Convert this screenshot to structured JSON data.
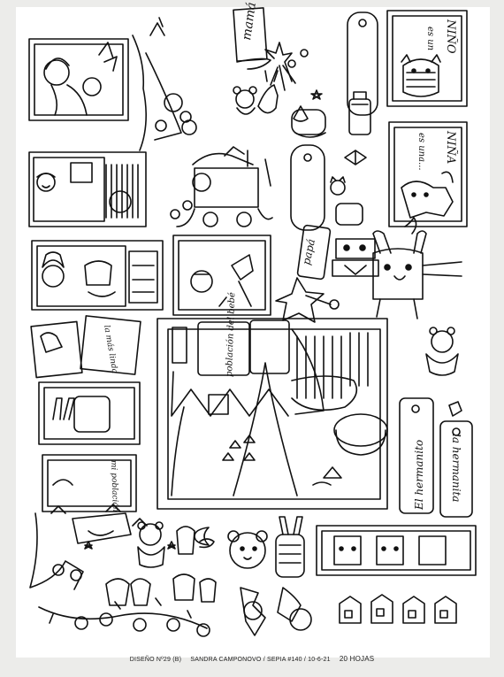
{
  "labels": {
    "mama": "mamá",
    "nino": "NIÑO",
    "es_un": "es un",
    "es_una": "es una...",
    "nina": "NIÑA",
    "papa": "papá",
    "la_mas_linda": "la más linda",
    "mi_poblacion": "mi población",
    "poblacion_del_bebe": "población del bebé",
    "el_hermanito": "El hermanito",
    "la_hermanita": "la hermanita"
  },
  "footer": {
    "design": "DISEÑO Nº29 (B)",
    "credit": "SANDRA CAMPONOVO / SEPIA #140 / 10-6-21",
    "sheets": "20 HOJAS"
  }
}
